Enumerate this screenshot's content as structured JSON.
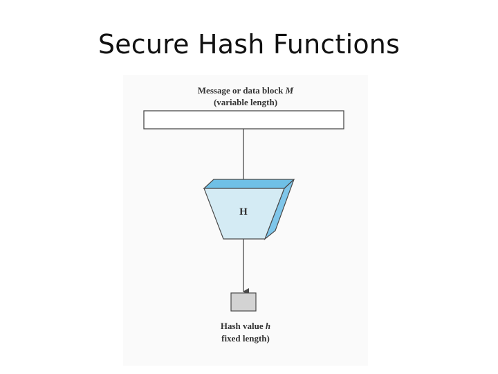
{
  "slide": {
    "title": "Secure Hash Functions"
  },
  "diagram": {
    "message_label": "Message or data block",
    "message_var": "M",
    "message_length": "(variable length)",
    "function_label": "H",
    "hash_label": "Hash value",
    "hash_var": "h",
    "hash_length": "fixed length)",
    "colors": {
      "funnel_top": "#6fc0e6",
      "funnel_side": "#7fc6ea",
      "funnel_face": "#d4ebf4",
      "outline": "#4a4a4a",
      "hash_box": "#d3d3d3"
    }
  }
}
